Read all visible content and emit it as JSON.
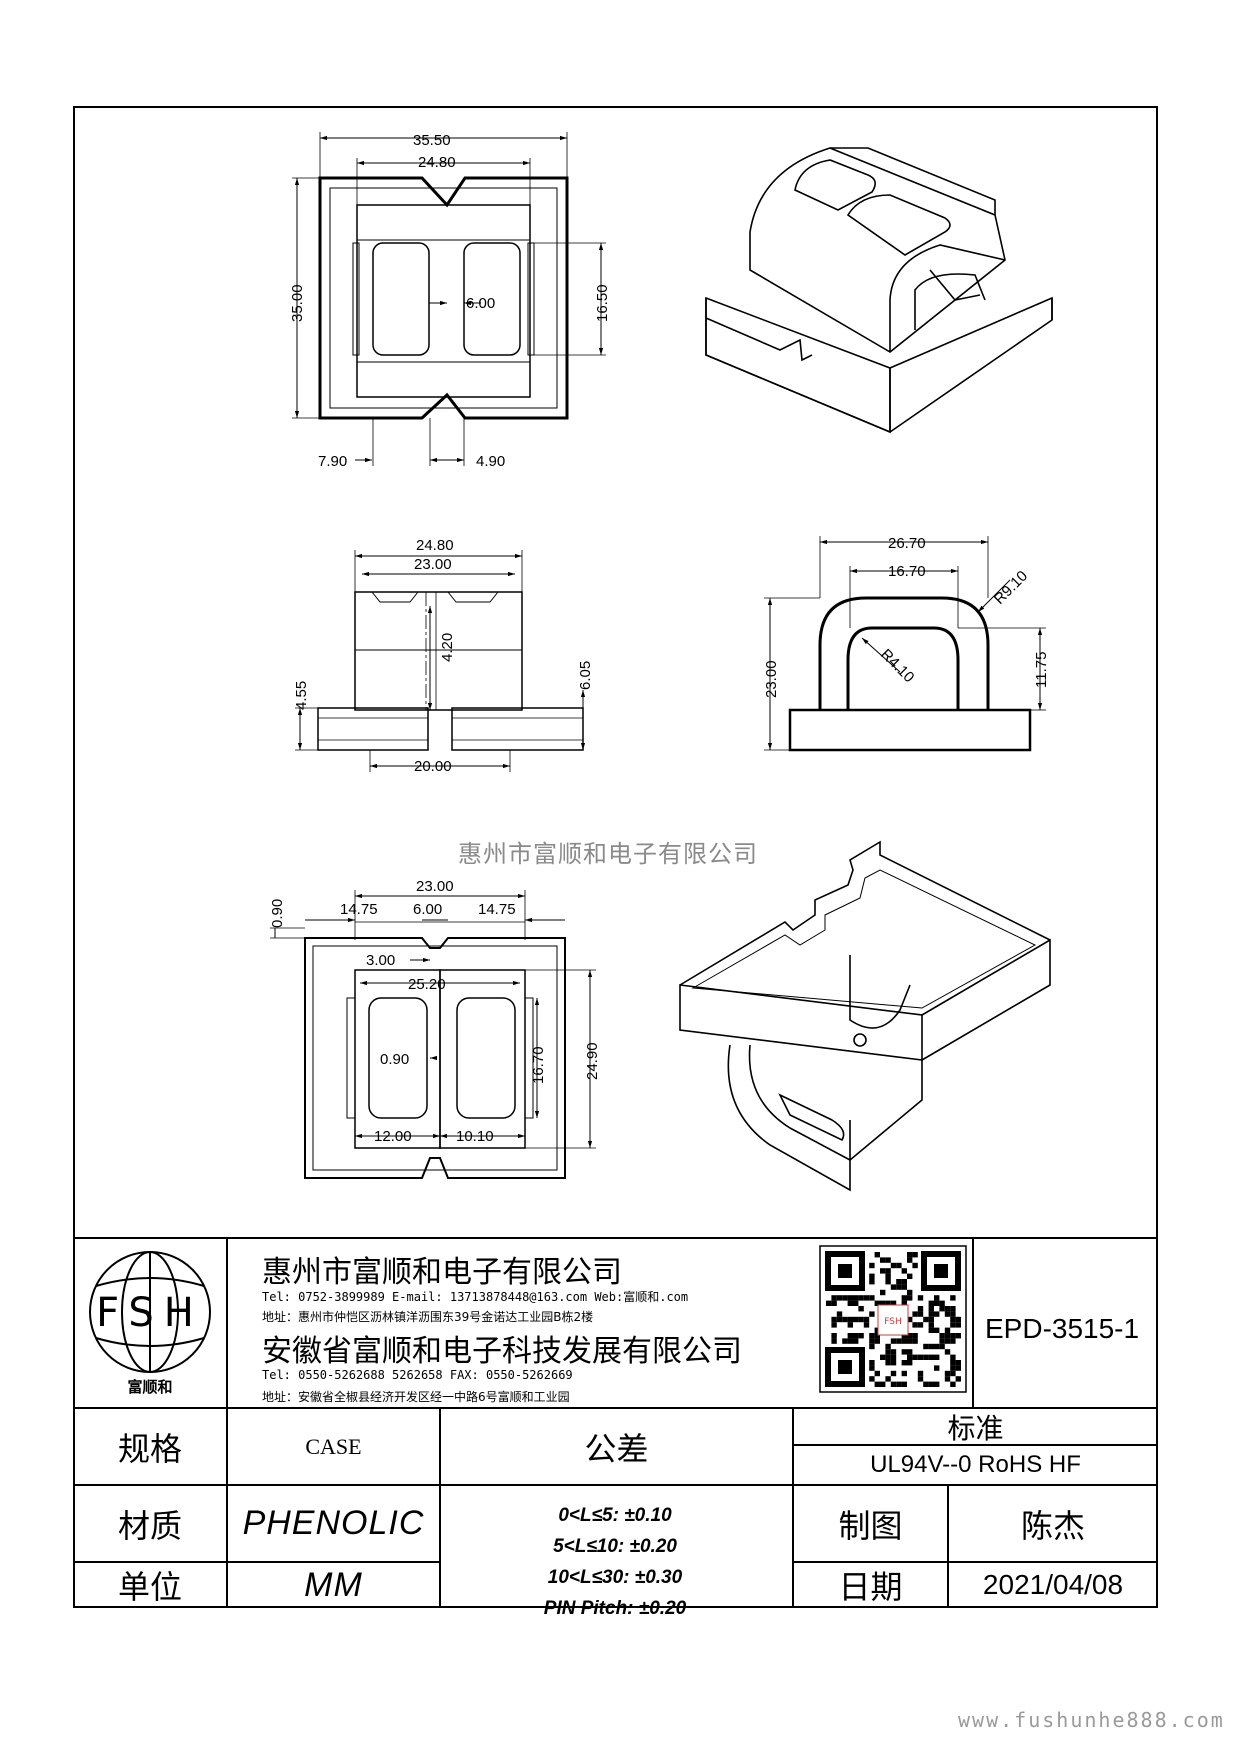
{
  "top_view": {
    "d_35_50": "35.50",
    "d_24_80": "24.80",
    "d_35_00": "35.00",
    "d_16_50": "16.50",
    "d_6_00": "6.00",
    "d_7_90": "7.90",
    "d_4_90": "4.90"
  },
  "front_view": {
    "d_24_80": "24.80",
    "d_23_00": "23.00",
    "d_4_20": "4.20",
    "d_4_55": "4.55",
    "d_6_05": "6.05",
    "d_20_00": "20.00"
  },
  "side_view": {
    "d_26_70": "26.70",
    "d_16_70": "16.70",
    "d_r9_10": "R9.10",
    "d_23_00": "23.00",
    "d_r4_10": "R4.10",
    "d_11_75": "11.75"
  },
  "bottom_view": {
    "d_0_90a": "0.90",
    "d_23_00": "23.00",
    "d_14_75a": "14.75",
    "d_6_00": "6.00",
    "d_14_75b": "14.75",
    "d_3_00": "3.00",
    "d_25_20": "25.20",
    "d_0_90b": "0.90",
    "d_16_70": "16.70",
    "d_24_90": "24.90",
    "d_12_00": "12.00",
    "d_10_10": "10.10"
  },
  "watermark": "惠州市富顺和电子有限公司",
  "title_block": {
    "logo_letters": "FSH",
    "logo_caption": "富顺和",
    "company1": "惠州市富顺和电子有限公司",
    "contact1": "Tel:  0752-3899989  E-mail: 13713878448@163.com  Web:富顺和.com",
    "addr1": "地址：惠州市仲恺区沥林镇洋沥围东39号金诺达工业园B栋2楼",
    "company2": "安徽省富顺和电子科技发展有限公司",
    "contact2": "Tel:  0550-5262688  5262658    FAX:  0550-5262669",
    "addr2": "地址：安徽省全椒县经济开发区经一中路6号富顺和工业园",
    "qr_label": "FSH",
    "part_no": "EPD-3515-1"
  },
  "spec_table": {
    "spec_label": "规格",
    "spec_value": "CASE",
    "tolerance_label": "公差",
    "standard_label": "标准",
    "standard_value": "UL94V--0  RoHS HF",
    "material_label": "材质",
    "material_value": "PHENOLIC",
    "drawer_label": "制图",
    "drawer_value": "陈杰",
    "unit_label": "单位",
    "unit_value": "MM",
    "date_label": "日期",
    "date_value": "2021/04/08",
    "tolerances": [
      "0<L≤5: ±0.10",
      "5<L≤10: ±0.20",
      "10<L≤30: ±0.30",
      "PIN Pitch: ±0.20"
    ]
  },
  "website": "www.fushunhe888.com"
}
